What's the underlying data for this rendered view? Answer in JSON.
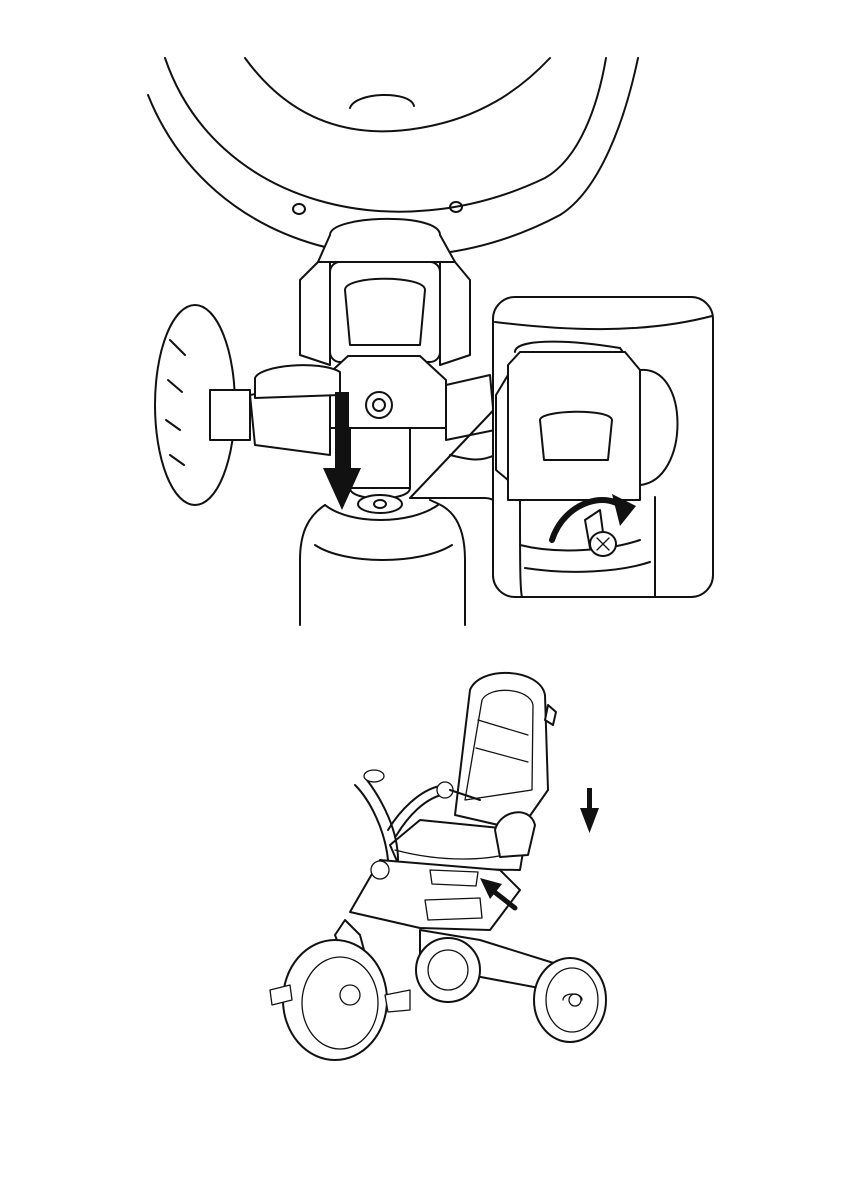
{
  "figure": {
    "top_panel": {
      "subject": "handlebar-stem-and-frame-joint",
      "inset": "screw-tightening-detail",
      "arrows": [
        "insert-stem-down-arrow",
        "rotate-screw-arrow"
      ]
    },
    "bottom_panel": {
      "subject": "assembled-tricycle",
      "arrows": [
        "seat-attach-down-arrow",
        "seat-lock-arrow"
      ]
    },
    "colors": {
      "line": "#111111",
      "background": "#ffffff"
    }
  }
}
